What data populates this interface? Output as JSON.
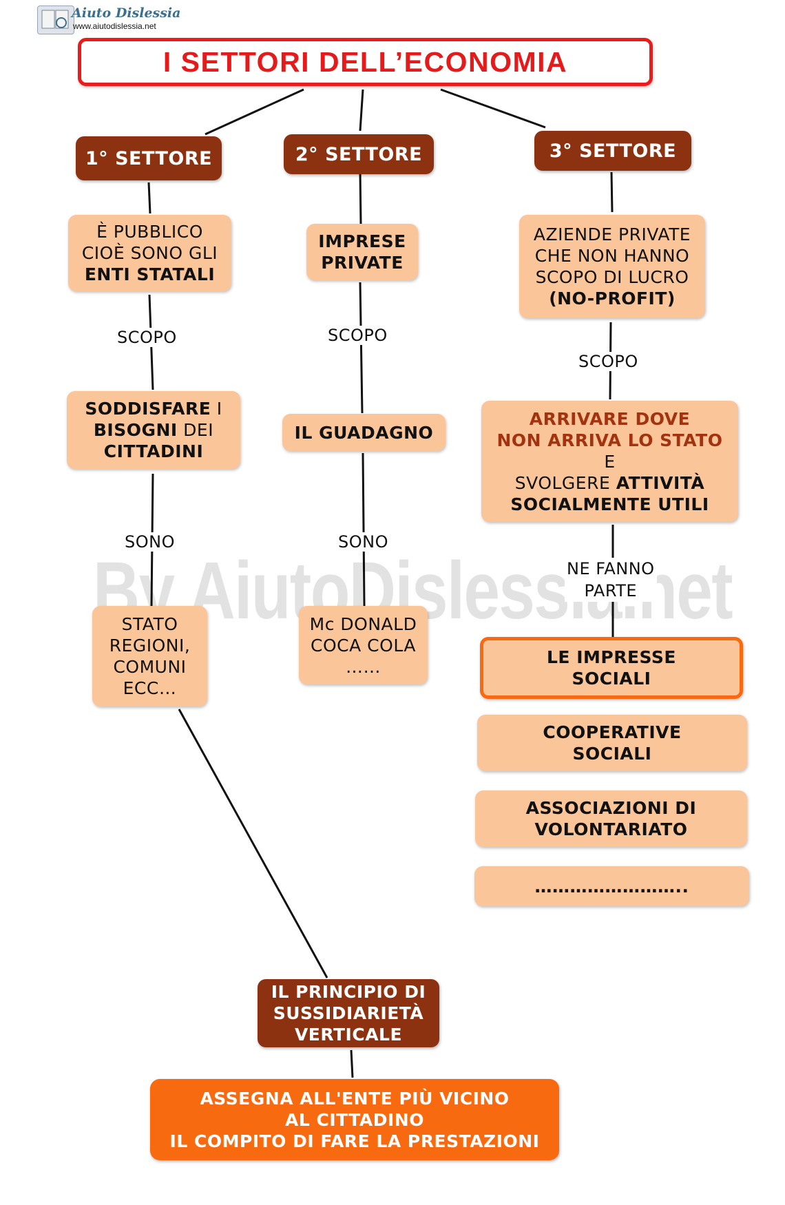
{
  "logo": {
    "name": "Aiuto Dislessia",
    "url": "www.aiutodislessia.net"
  },
  "title": "I  SETTORI DELL’ECONOMIA",
  "watermark": "By AiutoDislessia.net",
  "colors": {
    "title_red": "#ea1b1b",
    "sector_brown": "#8c3210",
    "peach": "#fbc59a",
    "orange": "#f86a10",
    "dark_orange_text": "#a3330f"
  },
  "sector1": {
    "label": "1° SETTORE",
    "def_l1": "È PUBBLICO",
    "def_l2": "CIOÈ SONO GLI",
    "def_l3": "ENTI STATALI",
    "scopo": "SCOPO",
    "goal_l1a": "SODDISFARE",
    "goal_l1b": " I",
    "goal_l2a": "BISOGNI",
    "goal_l2b": " DEI",
    "goal_l3": "CITTADINI",
    "sono": "SONO",
    "ex_l1": "STATO",
    "ex_l2": "REGIONI,",
    "ex_l3": "COMUNI",
    "ex_l4": "ECC…"
  },
  "sector2": {
    "label": "2° SETTORE",
    "def_l1": "IMPRESE",
    "def_l2": "PRIVATE",
    "scopo": "SCOPO",
    "goal": "IL GUADAGNO",
    "sono": "SONO",
    "ex_l1": "Mc DONALD",
    "ex_l2": "COCA COLA",
    "ex_l3": "……"
  },
  "sector3": {
    "label": "3° SETTORE",
    "def_l1": "AZIENDE PRIVATE",
    "def_l2": "CHE NON HANNO",
    "def_l3": "SCOPO DI LUCRO",
    "def_l4": "(NO-PROFIT)",
    "scopo": "SCOPO",
    "goal_l1": "ARRIVARE DOVE",
    "goal_l2": "NON ARRIVA LO STATO",
    "goal_l3": "E",
    "goal_l4a": "SVOLGERE ",
    "goal_l4b": "ATTIVITÀ",
    "goal_l5": "SOCIALMENTE UTILI",
    "ne_fanno_l1": "NE FANNO",
    "ne_fanno_l2": "PARTE",
    "members": [
      {
        "l1": "LE IMPRESSE",
        "l2": "SOCIALI"
      },
      {
        "l1": "COOPERATIVE",
        "l2": "SOCIALI"
      },
      {
        "l1": "ASSOCIAZIONI DI",
        "l2": "VOLONTARIATO"
      },
      {
        "l1": "…………………….."
      }
    ]
  },
  "principle": {
    "l1": "IL PRINCIPIO DI",
    "l2": "SUSSIDIARIETÀ",
    "l3": "VERTICALE"
  },
  "definition": {
    "l1": "ASSEGNA ALL'ENTE PIÙ VICINO",
    "l2": "AL CITTADINO",
    "l3": "IL COMPITO DI FARE LA PRESTAZIONI"
  }
}
